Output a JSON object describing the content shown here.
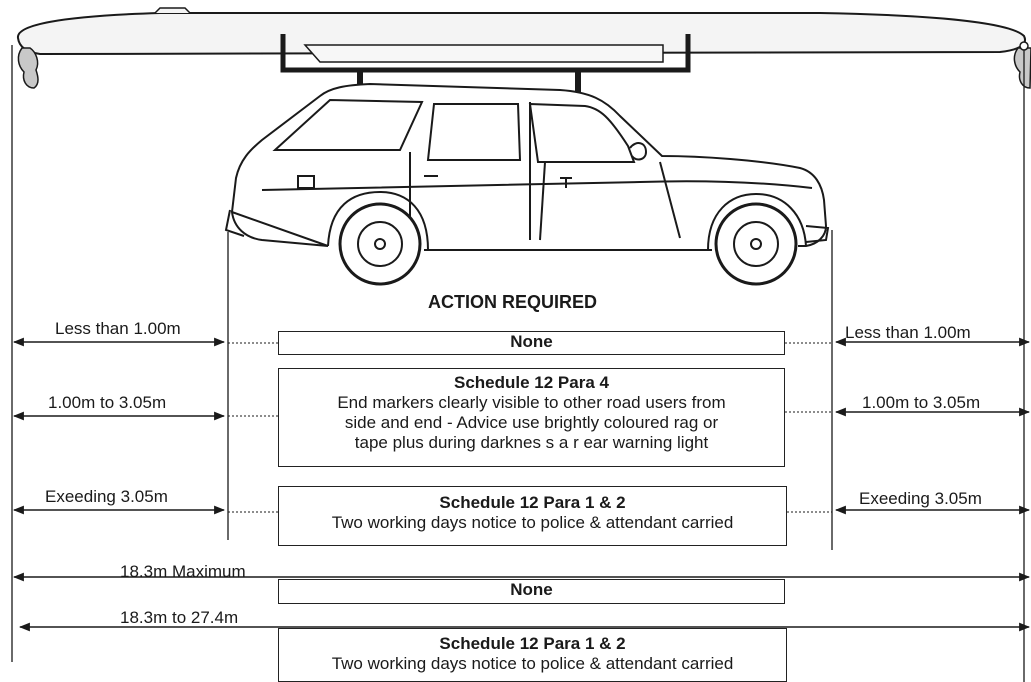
{
  "heading": "ACTION REQUIRED",
  "overhang_rows": [
    {
      "left_label": "Less than 1.00m",
      "right_label": "Less than 1.00m",
      "box_title": "None",
      "box_lines": []
    },
    {
      "left_label": "1.00m to 3.05m",
      "right_label": "1.00m to 3.05m",
      "box_title": "Schedule 12 Para 4",
      "box_lines": [
        "End markers clearly visible to other road users from",
        "side and end - Advice use brightly coloured rag or",
        "tape plus during darknes s a r ear warning light"
      ]
    },
    {
      "left_label": "Exeeding 3.05m",
      "right_label": "Exeeding 3.05m",
      "box_title": "Schedule 12 Para 1 & 2",
      "box_lines": [
        "Two working days notice to police & attendant carried"
      ]
    }
  ],
  "length_rows": [
    {
      "label": "18.3m Maximum",
      "box_title": "None",
      "box_lines": []
    },
    {
      "label": "18.3m  to 27.4m",
      "box_title": "Schedule 12 Para 1 & 2",
      "box_lines": [
        "Two working days notice to police & attendant carried"
      ]
    }
  ],
  "colors": {
    "line": "#1a1a1a",
    "load_fill": "#f2f2f2",
    "rag_fill": "#c8c8c8"
  },
  "icons": [
    "estate-car-illustration",
    "roof-rack",
    "long-load",
    "marker-rag-icon"
  ]
}
